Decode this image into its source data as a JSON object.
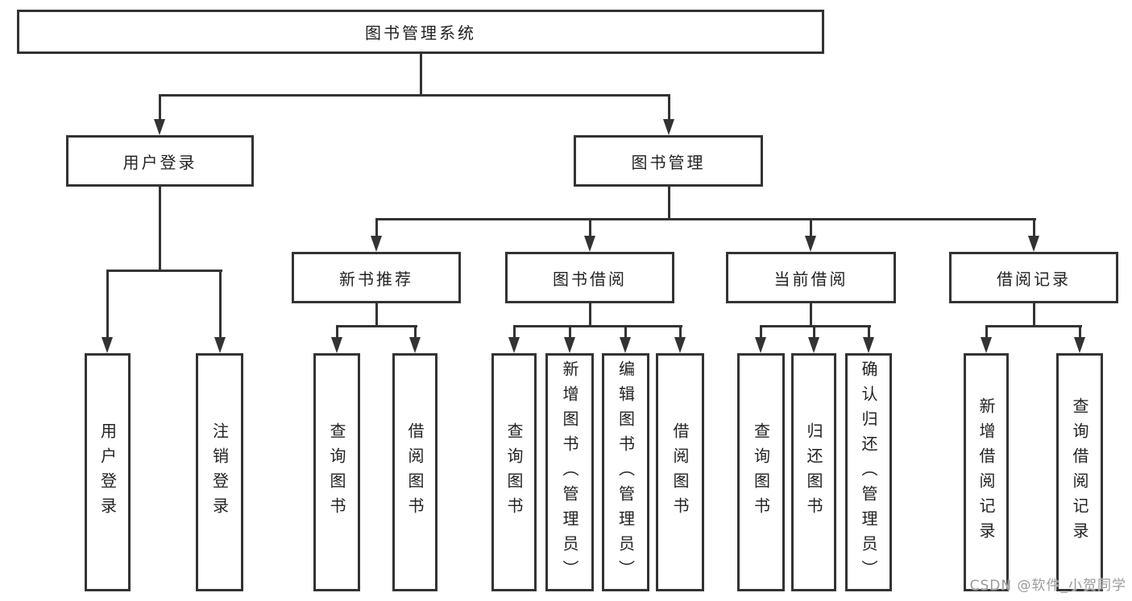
{
  "diagram": {
    "root": {
      "label": "图书管理系统",
      "children": [
        {
          "label": "用户登录",
          "children": [
            {
              "label": "用户登录"
            },
            {
              "label": "注销登录"
            }
          ]
        },
        {
          "label": "图书管理",
          "children": [
            {
              "label": "新书推荐",
              "children": [
                {
                  "label": "查询图书"
                },
                {
                  "label": "借阅图书"
                }
              ]
            },
            {
              "label": "图书借阅",
              "children": [
                {
                  "label": "查询图书"
                },
                {
                  "label": "新增图书（管理员）"
                },
                {
                  "label": "编辑图书（管理员）"
                },
                {
                  "label": "借阅图书"
                }
              ]
            },
            {
              "label": "当前借阅",
              "children": [
                {
                  "label": "查询图书"
                },
                {
                  "label": "归还图书"
                },
                {
                  "label": "确认归还（管理员）"
                }
              ]
            },
            {
              "label": "借阅记录",
              "children": [
                {
                  "label": "新增借阅记录"
                },
                {
                  "label": "查询借阅记录"
                }
              ]
            }
          ]
        }
      ]
    },
    "watermark": "CSDN @软件_小贺同学"
  },
  "colors": {
    "line": "#333333",
    "text": "#222222",
    "background": "#ffffff",
    "watermark": "#9b9b9b"
  }
}
